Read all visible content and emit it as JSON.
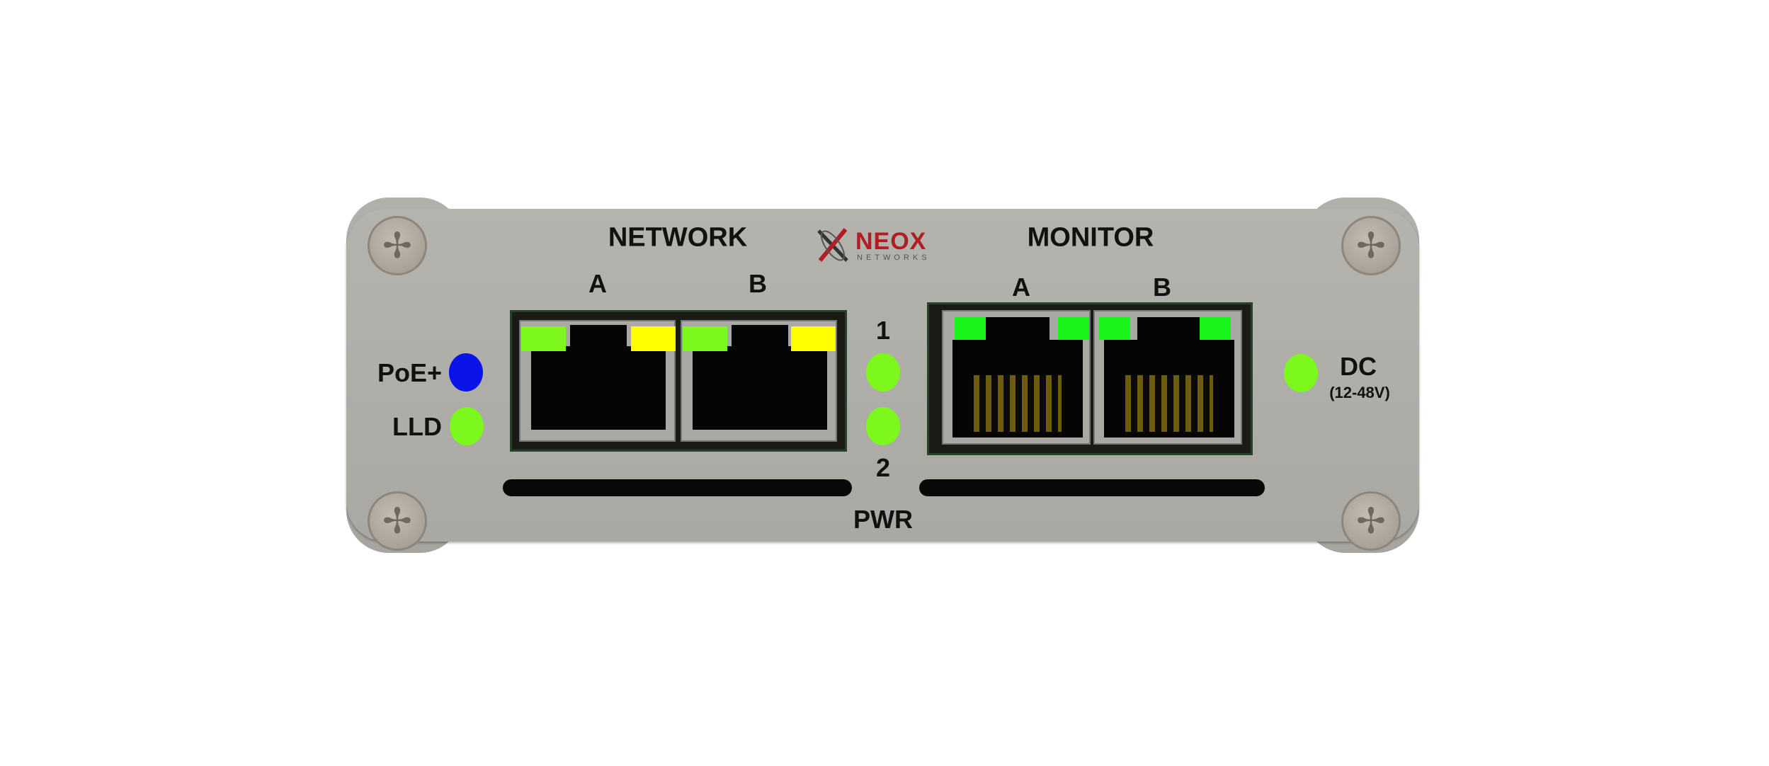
{
  "brand": {
    "name": "NEOX",
    "subtitle": "NETWORKS",
    "accent_color": "#b01e24"
  },
  "network": {
    "title": "NETWORK",
    "ports": [
      {
        "label": "A"
      },
      {
        "label": "B"
      }
    ]
  },
  "monitor": {
    "title": "MONITOR",
    "ports": [
      {
        "label": "A"
      },
      {
        "label": "B"
      }
    ]
  },
  "indicators": {
    "poe": {
      "label": "PoE+",
      "color": "#0a14e8"
    },
    "lld": {
      "label": "LLD",
      "color": "#7cf81c"
    },
    "pwr": {
      "label": "PWR",
      "led1": "1",
      "led2": "2",
      "color": "#7cf81c"
    },
    "dc": {
      "label": "DC",
      "range": "(12-48V)",
      "color": "#7cf81c"
    }
  },
  "colors": {
    "link_green": "#7cf81c",
    "activity_yellow": "#ffff00",
    "monitor_green": "#19f51a"
  }
}
